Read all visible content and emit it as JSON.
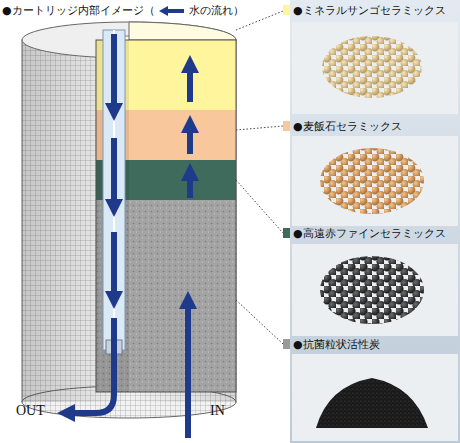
{
  "diagram": {
    "title": "●カートリッジ内部イメージ（",
    "labels": [
      "OUT",
      "IN",
      "）"
    ],
    "legend": [
      {
        "text": "水の流れ"
      },
      {
        "text": "●ミネラルサンゴセラミックス",
        "color": "#fff59d"
      },
      {
        "text": "●麦飯石セラミックス",
        "color": "#f8c79c"
      },
      {
        "text": "●高遠赤ファインセラミックス",
        "color": "#3f6b5c"
      },
      {
        "text": "●抗菌粒状活性炭",
        "color": "#9a9a9a"
      }
    ]
  }
}
